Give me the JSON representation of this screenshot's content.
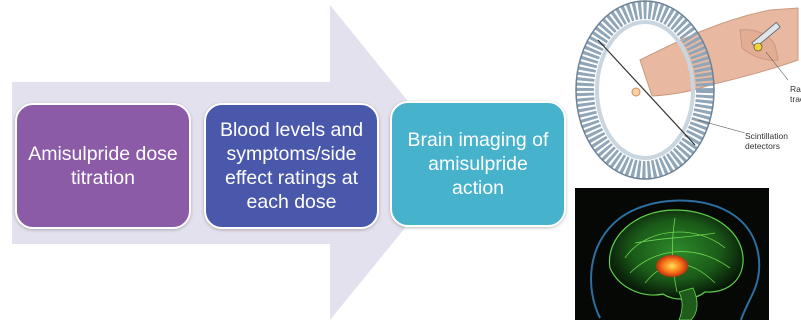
{
  "colors": {
    "arrow": "#e4e1ee",
    "step1": "#8b5ba7",
    "step2": "#4a58ab",
    "step3": "#47b2cc"
  },
  "steps": [
    {
      "label": "Amisulpride dose titration"
    },
    {
      "label": "Blood levels and symptoms/side effect ratings at each dose"
    },
    {
      "label": "Brain imaging of amisulpride action"
    }
  ],
  "pet_illustration": {
    "tracer_label": "Radioactive tracer",
    "detectors_label": "Scintillation detectors"
  },
  "brain_image": {
    "icon": "brain-scan-icon"
  }
}
